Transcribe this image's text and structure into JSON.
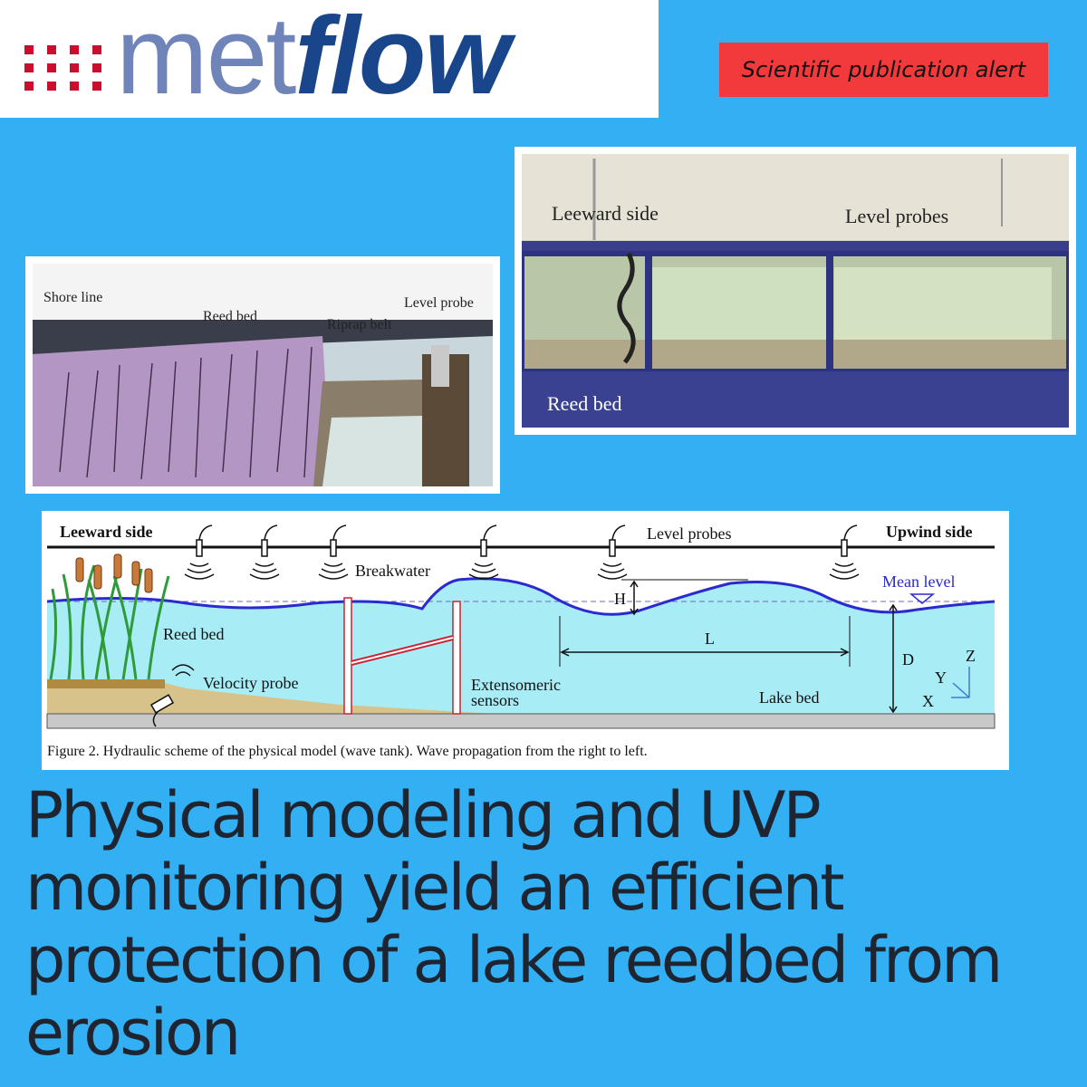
{
  "logo": {
    "part1": "met",
    "part2": "flow",
    "dot_color": "#c8102e"
  },
  "badge": {
    "text": "Scientific publication alert",
    "color": "#f23a3c"
  },
  "photo_left": {
    "labels": {
      "shore_line": "Shore line",
      "reed_bed": "Reed bed",
      "riprap_belt": "Riprap belt",
      "level_probe": "Level probe"
    }
  },
  "photo_right": {
    "labels": {
      "leeward_side": "Leeward side",
      "level_probes": "Level probes",
      "reed_bed": "Reed bed"
    }
  },
  "diagram": {
    "labels": {
      "leeward_side": "Leeward side",
      "upwind_side": "Upwind side",
      "level_probes": "Level probes",
      "breakwater": "Breakwater",
      "mean_level": "Mean level",
      "H": "H",
      "L": "L",
      "D": "D",
      "reed_bed": "Reed bed",
      "velocity_probe": "Velocity probe",
      "extensomeric_1": "Extensomeric",
      "extensomeric_2": "sensors",
      "lake_bed": "Lake bed",
      "axis_z": "Z",
      "axis_y": "Y",
      "axis_x": "X"
    },
    "caption": "Figure 2. Hydraulic scheme of the physical model (wave tank). Wave propagation from the right to left."
  },
  "headline": "Physical modeling and UVP monitoring yield an efficient protection of a lake reedbed from erosion",
  "colors": {
    "background": "#33b0f3",
    "water": "#a8ecf6",
    "wave_line": "#2a2ad0"
  }
}
